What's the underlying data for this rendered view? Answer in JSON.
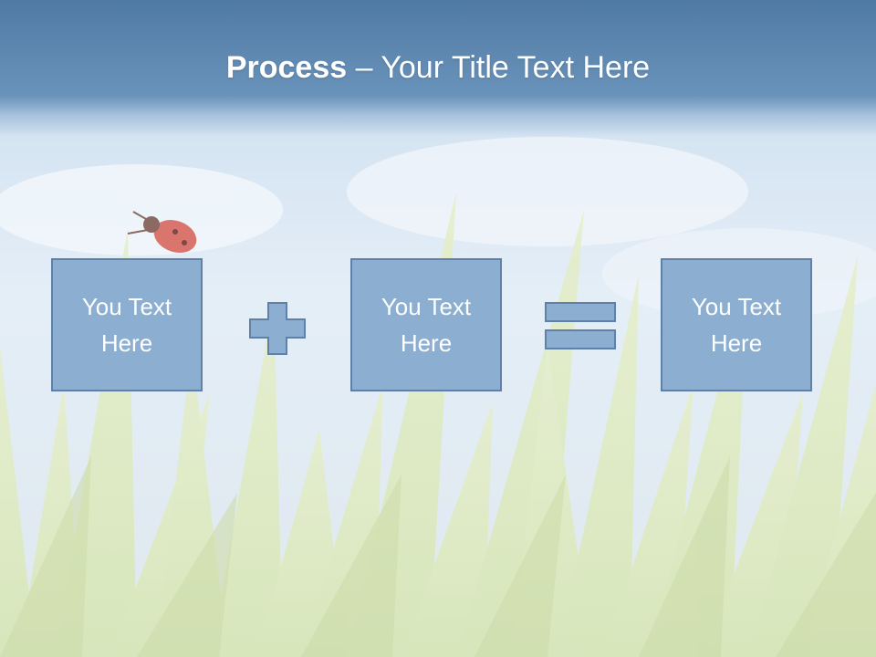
{
  "title": {
    "bold": "Process",
    "dash": " – ",
    "rest": "Your Title Text Here"
  },
  "process": {
    "boxes": [
      {
        "label": "You Text Here"
      },
      {
        "label": "You Text Here"
      },
      {
        "label": "You Text Here"
      }
    ],
    "operators": [
      "plus-icon",
      "equals-icon"
    ]
  },
  "colors": {
    "title_bar": "#4f7aa3",
    "box_fill": "#8caed0",
    "box_border": "#5f80a8",
    "text": "#ffffff"
  }
}
